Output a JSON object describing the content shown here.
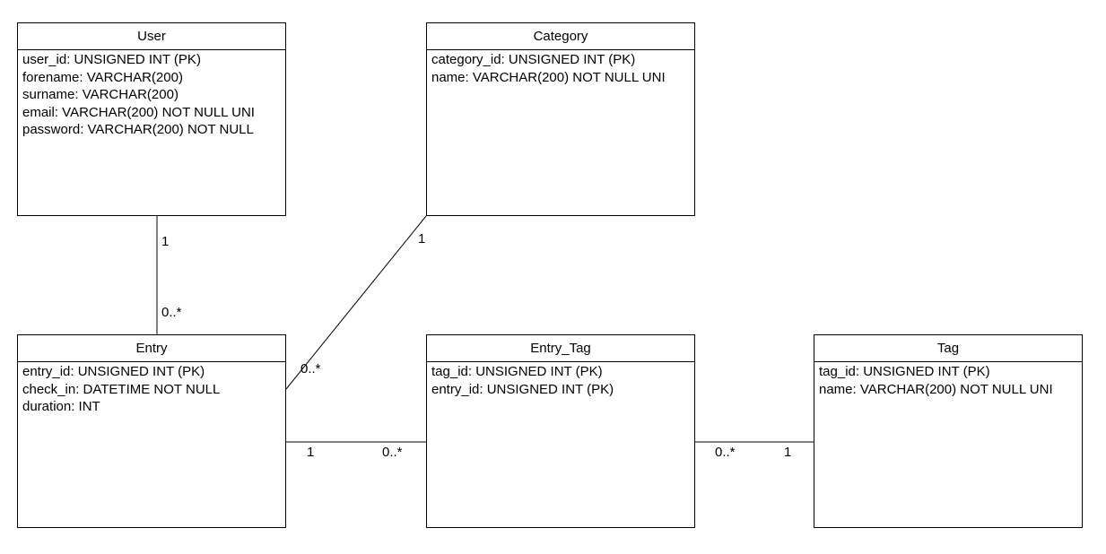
{
  "entities": {
    "user": {
      "name": "User",
      "attributes": [
        "user_id: UNSIGNED INT (PK)",
        "forename: VARCHAR(200)",
        "surname: VARCHAR(200)",
        "email: VARCHAR(200) NOT NULL UNI",
        "password: VARCHAR(200) NOT NULL"
      ]
    },
    "category": {
      "name": "Category",
      "attributes": [
        "category_id: UNSIGNED INT (PK)",
        "name: VARCHAR(200) NOT NULL UNI"
      ]
    },
    "entry": {
      "name": "Entry",
      "attributes": [
        "entry_id: UNSIGNED INT (PK)",
        "check_in: DATETIME NOT NULL",
        "duration: INT"
      ]
    },
    "entry_tag": {
      "name": "Entry_Tag",
      "attributes": [
        "tag_id: UNSIGNED INT (PK)",
        "entry_id: UNSIGNED INT (PK)"
      ]
    },
    "tag": {
      "name": "Tag",
      "attributes": [
        "tag_id: UNSIGNED INT (PK)",
        "name: VARCHAR(200) NOT NULL UNI"
      ]
    }
  },
  "relationships": {
    "user_entry": {
      "from": "User",
      "to": "Entry",
      "from_multiplicity": "1",
      "to_multiplicity": "0..*"
    },
    "category_entry": {
      "from": "Category",
      "to": "Entry",
      "from_multiplicity": "1",
      "to_multiplicity": "0..*"
    },
    "entry_entrytag": {
      "from": "Entry",
      "to": "Entry_Tag",
      "from_multiplicity": "1",
      "to_multiplicity": "0..*"
    },
    "entrytag_tag": {
      "from": "Entry_Tag",
      "to": "Tag",
      "from_multiplicity": "0..*",
      "to_multiplicity": "1"
    }
  },
  "colors": {
    "line": "#000000",
    "background": "#ffffff"
  }
}
